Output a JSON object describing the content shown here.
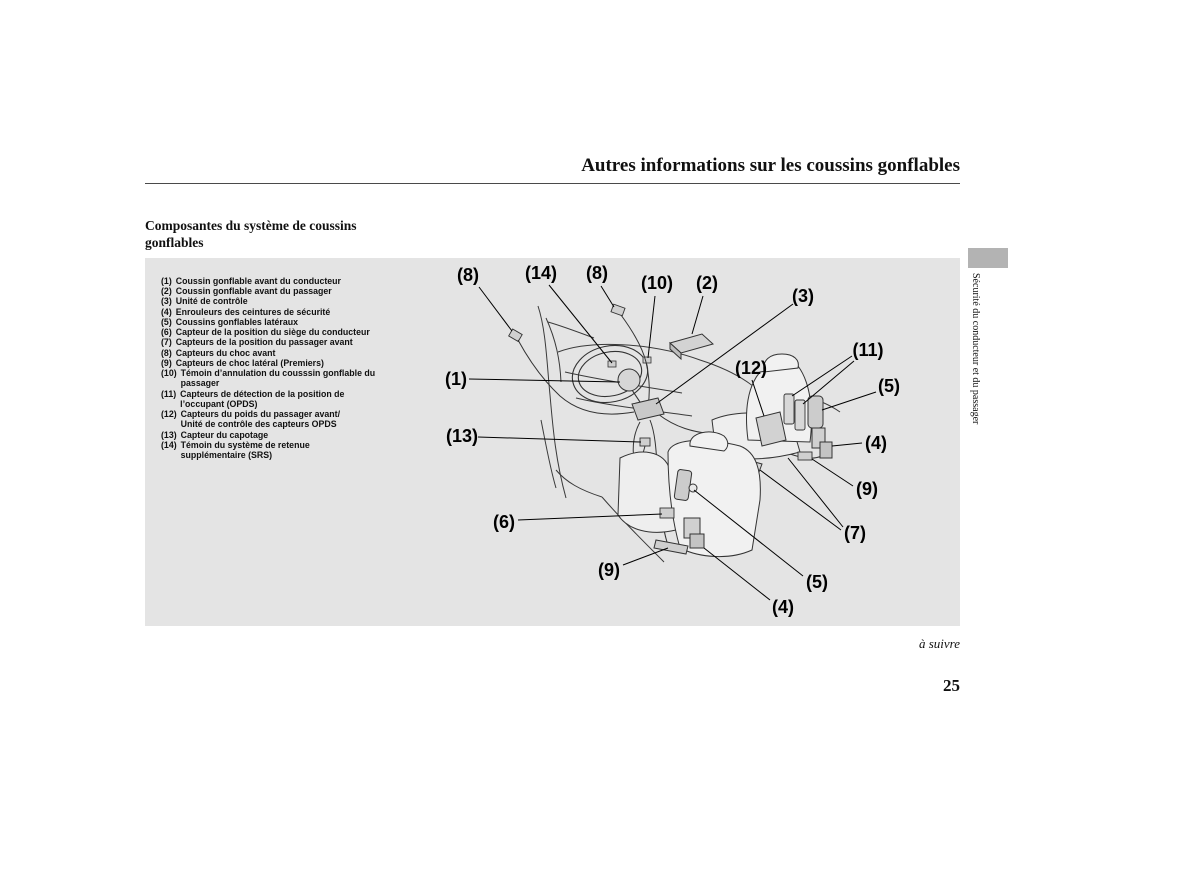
{
  "header": {
    "title": "Autres informations sur les coussins gonflables"
  },
  "section": {
    "heading": "Composantes du système de coussins gonflables"
  },
  "side_tab": {
    "label": "Sécurité du conducteur et du passager"
  },
  "legend": {
    "items": [
      {
        "num": "(1)",
        "lines": [
          "Coussin gonflable avant du conducteur"
        ]
      },
      {
        "num": "(2)",
        "lines": [
          "Coussin gonflable avant du passager"
        ]
      },
      {
        "num": "(3)",
        "lines": [
          "Unité de contrôle"
        ]
      },
      {
        "num": "(4)",
        "lines": [
          "Enrouleurs des ceintures de sécurité"
        ]
      },
      {
        "num": "(5)",
        "lines": [
          "Coussins gonflables latéraux"
        ]
      },
      {
        "num": "(6)",
        "lines": [
          "Capteur de la position du siège du conducteur"
        ]
      },
      {
        "num": "(7)",
        "lines": [
          "Capteurs de la position du passager avant"
        ]
      },
      {
        "num": "(8)",
        "lines": [
          "Capteurs du choc avant"
        ]
      },
      {
        "num": "(9)",
        "lines": [
          "Capteurs de choc latéral (Premiers)"
        ]
      },
      {
        "num": "(10)",
        "lines": [
          "Témoin d’annulation du cousssin gonflable du",
          "passager"
        ]
      },
      {
        "num": "(11)",
        "lines": [
          "Capteurs de détection de la position de",
          "l’occupant (OPDS)"
        ]
      },
      {
        "num": "(12)",
        "lines": [
          "Capteurs du poids du passager avant/",
          "Unité de contrôle des capteurs OPDS"
        ]
      },
      {
        "num": "(13)",
        "lines": [
          "Capteur du capotage"
        ]
      },
      {
        "num": "(14)",
        "lines": [
          "Témoin du système de retenue",
          "supplémentaire (SRS)"
        ]
      }
    ]
  },
  "diagram": {
    "callouts": [
      "(8)",
      "(14)",
      "(8)",
      "(10)",
      "(2)",
      "(3)",
      "(11)",
      "(12)",
      "(5)",
      "(1)",
      "(13)",
      "(4)",
      "(9)",
      "(6)",
      "(7)",
      "(9)",
      "(5)",
      "(4)"
    ]
  },
  "footer": {
    "continued": "à suivre",
    "page_number": "25"
  },
  "colors": {
    "panel": "#e4e4e4",
    "tab": "#b3b3b3",
    "rule": "#4a4a4a",
    "ink": "#111111",
    "line": "#333333"
  }
}
